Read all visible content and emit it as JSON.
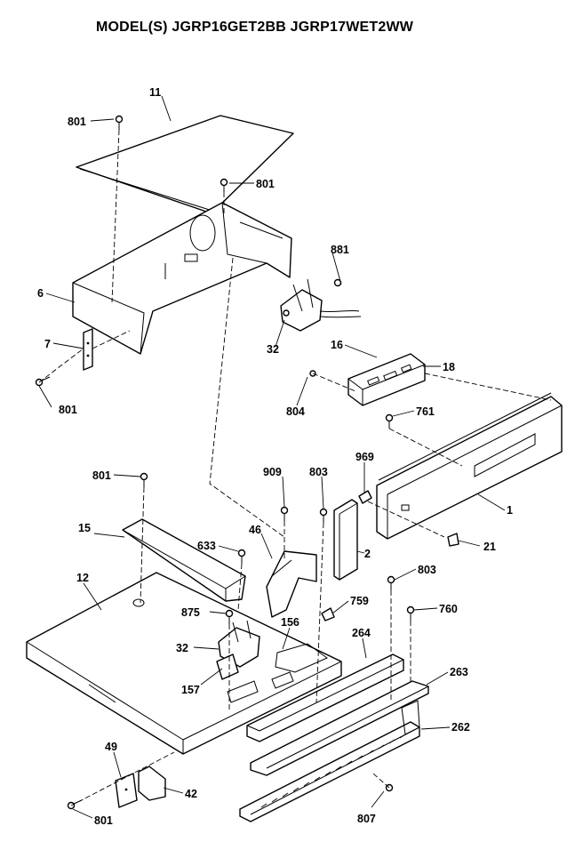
{
  "title": "MODEL(S) JGRP16GET2BB  JGRP17WET2WW",
  "labels": {
    "l801a": "801",
    "l11": "11",
    "l801b": "801",
    "l881": "881",
    "l6": "6",
    "l7": "7",
    "l32a": "32",
    "l801c": "801",
    "l16": "16",
    "l18": "18",
    "l804": "804",
    "l761": "761",
    "l801d": "801",
    "l909": "909",
    "l803a": "803",
    "l969": "969",
    "l1": "1",
    "l15": "15",
    "l633": "633",
    "l46": "46",
    "l2": "2",
    "l21": "21",
    "l12": "12",
    "l803b": "803",
    "l875": "875",
    "l156": "156",
    "l759": "759",
    "l760": "760",
    "l32b": "32",
    "l264": "264",
    "l157": "157",
    "l263": "263",
    "l262": "262",
    "l49": "49",
    "l42": "42",
    "l801e": "801",
    "l807": "807"
  }
}
